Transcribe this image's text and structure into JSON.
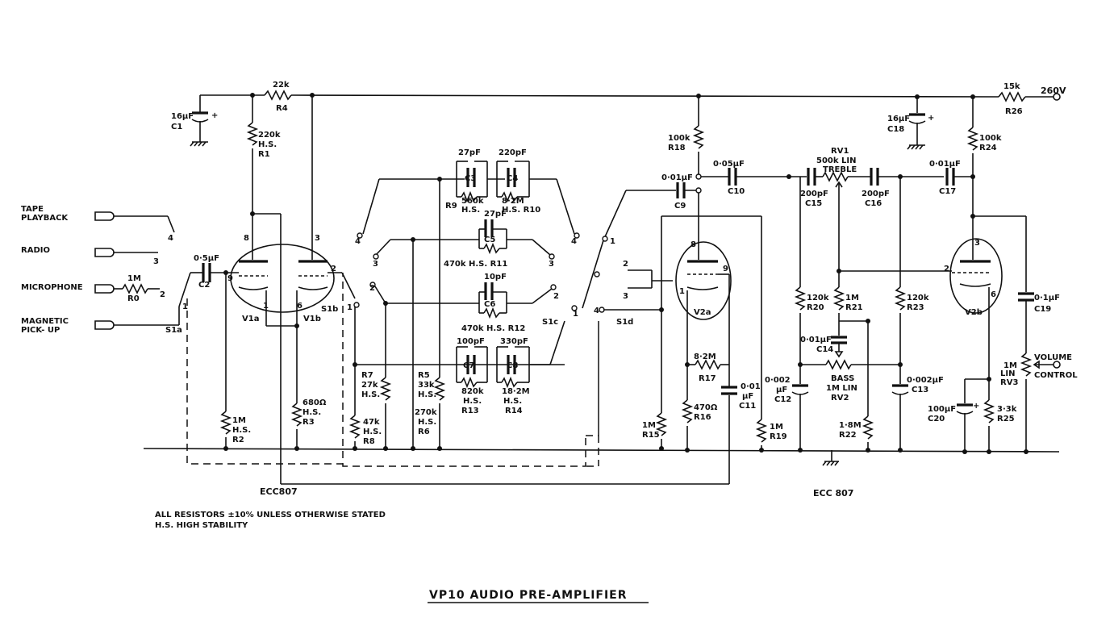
{
  "title": "VP10 AUDIO PRE-AMPLIFIER",
  "notes": [
    "ALL RESISTORS ±10% UNLESS OTHERWISE STATED",
    "H.S. HIGH STABILITY"
  ],
  "supply": "260V",
  "inputs": {
    "tape": [
      "TAPE",
      "PLAYBACK"
    ],
    "radio": "RADIO",
    "microphone": "MICROPHONE",
    "magnetic": [
      "MAGNETIC",
      "PICK- UP"
    ]
  },
  "volume": [
    "VOLUME",
    "CONTROL"
  ],
  "valves": {
    "v1a": "V1a",
    "v1b": "V1b",
    "v2a": "V2a",
    "v2b": "V2b",
    "type_left": "ECC807",
    "type_right": "ECC 807"
  },
  "switches": {
    "s1a": "S1a",
    "s1b": "S1b",
    "s1c": "S1c",
    "s1d": "S1d"
  },
  "resistors": {
    "R0": [
      "1M",
      "R0"
    ],
    "R1": [
      "220k",
      "H.S.",
      "R1"
    ],
    "R2": [
      "1M",
      "H.S.",
      "R2"
    ],
    "R3": [
      "680Ω",
      "H.S.",
      "R3"
    ],
    "R4": [
      "22k",
      "R4"
    ],
    "R5": [
      "R5",
      "33k",
      "H.S."
    ],
    "R6": [
      "270k",
      "H.S.",
      "R6"
    ],
    "R7": [
      "R7",
      "27k",
      "H.S."
    ],
    "R8": [
      "47k",
      "H.S.",
      "R8"
    ],
    "R9": [
      "R9",
      "560k",
      "H.S."
    ],
    "R10": [
      "8·2M",
      "H.S. R10"
    ],
    "R11": "470k H.S. R11",
    "R12": "470k H.S. R12",
    "R13": [
      "820k",
      "H.S.",
      "R13"
    ],
    "R14": [
      "18·2M",
      "H.S.",
      "R14"
    ],
    "R15": [
      "1M",
      "R15"
    ],
    "R16": [
      "470Ω",
      "R16"
    ],
    "R17": [
      "8·2M",
      "R17"
    ],
    "R18": [
      "100k",
      "R18"
    ],
    "R19": [
      "1M",
      "R19"
    ],
    "R20": [
      "120k",
      "R20"
    ],
    "R21": [
      "1M",
      "R21"
    ],
    "R22": [
      "1·8M",
      "R22"
    ],
    "R23": [
      "120k",
      "R23"
    ],
    "R24": [
      "100k",
      "R24"
    ],
    "R25": [
      "3·3k",
      "R25"
    ],
    "R26": [
      "15k",
      "R26"
    ]
  },
  "pots": {
    "RV1": [
      "RV1",
      "500k LIN",
      "TREBLE"
    ],
    "RV2": [
      "BASS",
      "1M LIN",
      "RV2"
    ],
    "RV3": [
      "1M",
      "LIN",
      "RV3"
    ]
  },
  "capacitors": {
    "C1": [
      "16μF",
      "C1"
    ],
    "C2": [
      "0·5μF",
      "C2"
    ],
    "C3": [
      "27pF",
      "C3"
    ],
    "C4": [
      "220pF",
      "C4"
    ],
    "C5": [
      "27pF",
      "C5"
    ],
    "C6": [
      "10pF",
      "C6"
    ],
    "C7": [
      "100pF",
      "C7"
    ],
    "C8": [
      "330pF",
      "C8"
    ],
    "C9": [
      "0·01μF",
      "C9"
    ],
    "C10": [
      "0·05μF",
      "C10"
    ],
    "C11": [
      "0·01",
      "μF",
      "C11"
    ],
    "C12": [
      "0·002",
      "μF",
      "C12"
    ],
    "C13": [
      "0·002μF",
      "C13"
    ],
    "C14": [
      "0·01μF",
      "C14"
    ],
    "C15": [
      "200pF",
      "C15"
    ],
    "C16": [
      "200pF",
      "C16"
    ],
    "C17": [
      "0·01μF",
      "C17"
    ],
    "C18": [
      "16μF",
      "C18"
    ],
    "C19": [
      "0·1μF",
      "C19"
    ],
    "C20": [
      "100μF",
      "C20"
    ]
  },
  "pins": {
    "n1": "1",
    "n2": "2",
    "n3": "3",
    "n4": "4",
    "n6": "6",
    "n8": "8",
    "n9": "9",
    "plus": "+"
  }
}
